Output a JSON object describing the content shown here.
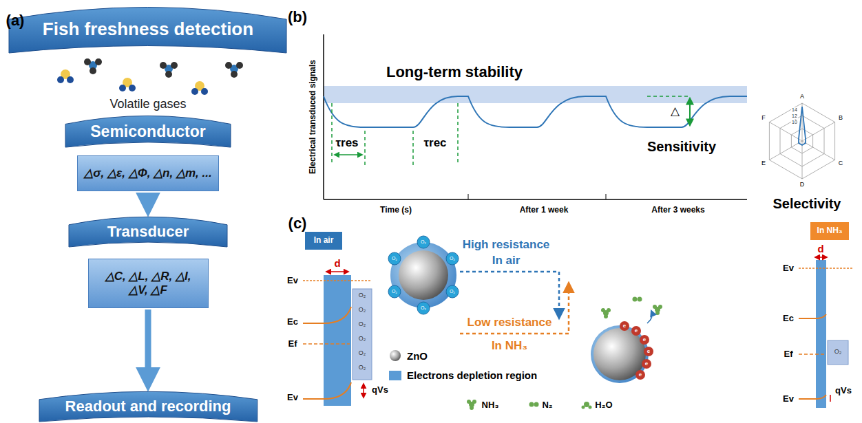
{
  "diagram": {
    "nodes": [
      {
        "text": [
          "Fish freshness detection"
        ]
      },
      {
        "text": [
          "Semiconductor"
        ]
      },
      {
        "text": [
          "△σ, △ε, △Φ, △n, △m, ..."
        ]
      },
      {
        "text": [
          "Transducer"
        ]
      },
      {
        "text": [
          "△C, △L, △R, △I, △V, △F"
        ]
      },
      {
        "text": [
          "Readout and recording"
        ]
      },
      {
        "text": [
          "In air"
        ]
      },
      {
        "text": [
          "In NH₃"
        ]
      }
    ],
    "edges": [
      {
        "from": 2,
        "to": 3,
        "arrow": "to"
      },
      {
        "from": 4,
        "to": 5,
        "arrow": "to"
      }
    ],
    "labels": [
      "(a)",
      "Volatile gases",
      "(b)",
      "Electrical transduced signals",
      "Time (s)",
      "After 1 week",
      "After 3 weeks",
      "Long-term stability",
      "τres",
      "τrec",
      "△",
      "Sensitivity",
      "A",
      "B",
      "C",
      "D",
      "E",
      "F",
      "14",
      "12",
      "10",
      "Selectivity",
      "(c)",
      "Ev",
      "Ec",
      "Ef",
      "Ev",
      "d",
      "O₂",
      "O₂",
      "O₂",
      "O₂",
      "O₂",
      "O₂",
      "qVs",
      "O₂",
      "O₂",
      "O₂",
      "O₂",
      "O₂",
      "O₂",
      "High resistance",
      "In air",
      "Low resistance",
      "In NH₃",
      "NH₃",
      "N₂",
      "H₂O",
      "e",
      "e",
      "e",
      "e",
      "e",
      "e",
      "Ev",
      "Ec",
      "Ef",
      "Ev",
      "d",
      "O₂",
      "qVs"
    ],
    "legend": [
      {
        "text": "ZnO"
      },
      {
        "text": "Electrons depletion region",
        "color": "#5b9bd5"
      }
    ]
  }
}
